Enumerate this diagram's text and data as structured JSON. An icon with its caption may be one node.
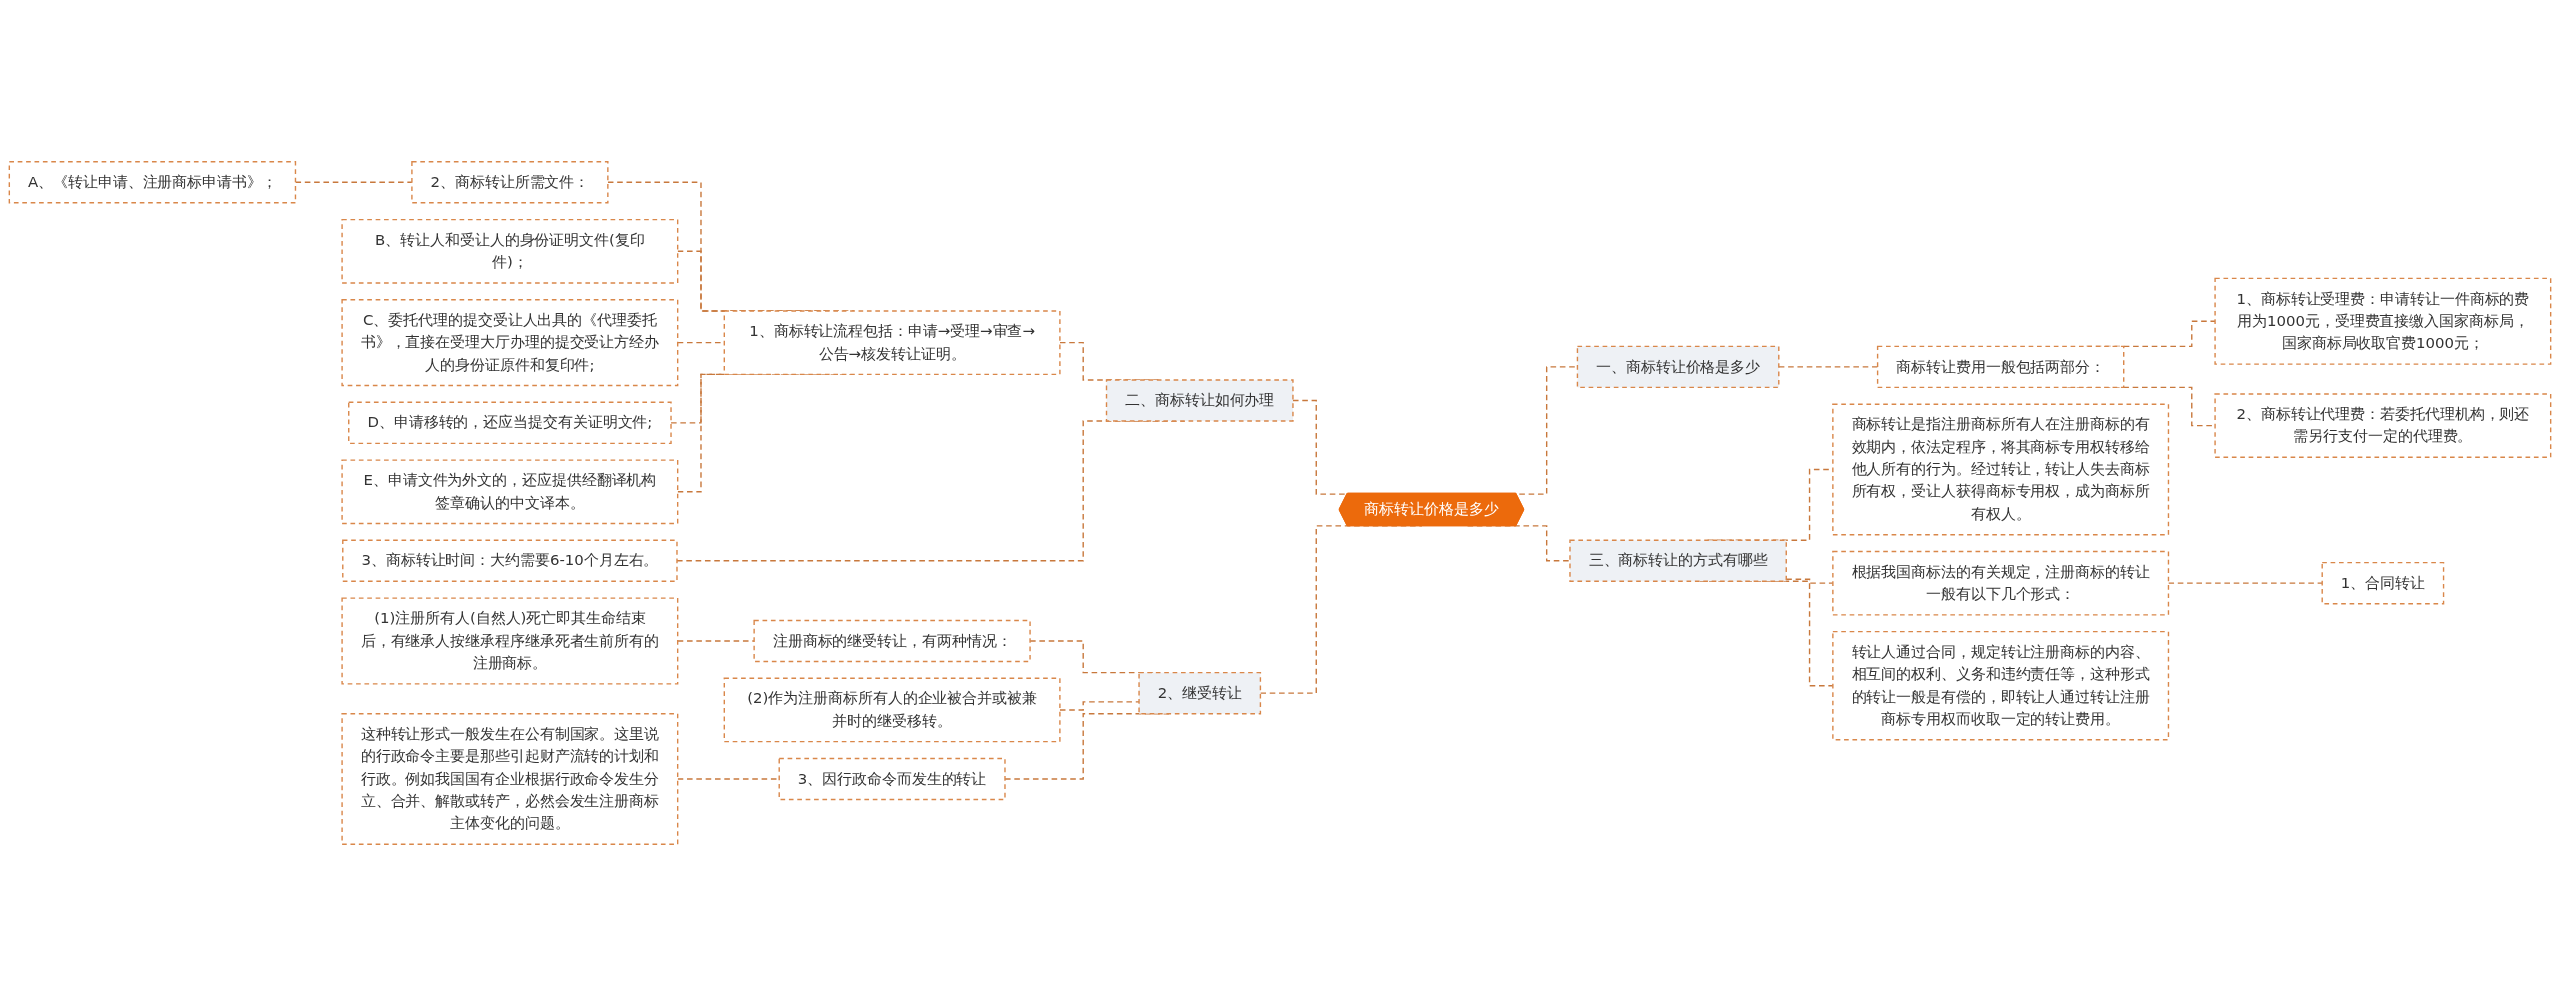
{
  "diagram": {
    "nodes": [
      {
        "text": [
          "商标转让价格是多少"
        ]
      },
      {
        "text": [
          "一、商标转让价格是多少"
        ]
      },
      {
        "text": [
          "商标转让费用一般包括两部分："
        ]
      },
      {
        "text": [
          "1、商标转让受理费：申请转让一件商标的费用为1000元，受理费直接缴入国家商标局，国家商标局收取官费1000元；"
        ]
      },
      {
        "text": [
          "2、商标转让代理费：若委托代理机构，则还需另行支付一定的代理费。"
        ]
      },
      {
        "text": [
          "三、商标转让的方式有哪些"
        ]
      },
      {
        "text": [
          "商标转让是指注册商标所有人在注册商标的有效期内，依法定程序，将其商标专用权转移给他人所有的行为。经过转让，转让人失去商标所有权，受让人获得商标专用权，成为商标所有权人。"
        ]
      },
      {
        "text": [
          "根据我国商标法的有关规定，注册商标的转让一般有以下几个形式："
        ]
      },
      {
        "text": [
          "1、合同转让"
        ]
      },
      {
        "text": [
          "转让人通过合同，规定转让注册商标的内容、相互间的权利、义务和违约责任等，这种形式的转让一般是有偿的，即转让人通过转让注册商标专用权而收取一定的转让费用。"
        ]
      },
      {
        "text": [
          "二、商标转让如何办理"
        ]
      },
      {
        "text": [
          "1、商标转让流程包括：申请→受理→审查→公告→核发转让证明。"
        ]
      },
      {
        "text": [
          "2、商标转让所需文件："
        ]
      },
      {
        "text": [
          "A、《转让申请、注册商标申请书》；"
        ]
      },
      {
        "text": [
          "B、转让人和受让人的身份证明文件(复印件)；"
        ]
      },
      {
        "text": [
          "C、委托代理的提交受让人出具的《代理委托书》，直接在受理大厅办理的提交受让方经办人的身份证原件和复印件;"
        ]
      },
      {
        "text": [
          "D、申请移转的，还应当提交有关证明文件;"
        ]
      },
      {
        "text": [
          "E、申请文件为外文的，还应提供经翻译机构签章确认的中文译本。"
        ]
      },
      {
        "text": [
          "3、商标转让时间：大约需要6-10个月左右。"
        ]
      },
      {
        "text": [
          "2、继受转让"
        ]
      },
      {
        "text": [
          "注册商标的继受转让，有两种情况："
        ]
      },
      {
        "text": [
          "(1)注册所有人(自然人)死亡即其生命结束后，有继承人按继承程序继承死者生前所有的注册商标。"
        ]
      },
      {
        "text": [
          "(2)作为注册商标所有人的企业被合并或被兼并时的继受移转。"
        ]
      },
      {
        "text": [
          "3、因行政命令而发生的转让"
        ]
      },
      {
        "text": [
          "这种转让形式一般发生在公有制国家。这里说的行政命令主要是那些引起财产流转的计划和行政。例如我国国有企业根据行政命令发生分立、合并、解散或转产，必然会发生注册商标主体变化的问题。"
        ]
      }
    ],
    "edges": [
      {
        "from": 0,
        "to": 1,
        "arrow": "none",
        "style": "dashed"
      },
      {
        "from": 1,
        "to": 2,
        "arrow": "none",
        "style": "dashed"
      },
      {
        "from": 2,
        "to": 3,
        "arrow": "none",
        "style": "dashed"
      },
      {
        "from": 2,
        "to": 4,
        "arrow": "none",
        "style": "dashed"
      },
      {
        "from": 0,
        "to": 5,
        "arrow": "none",
        "style": "dashed"
      },
      {
        "from": 5,
        "to": 6,
        "arrow": "none",
        "style": "dashed"
      },
      {
        "from": 5,
        "to": 7,
        "arrow": "none",
        "style": "dashed"
      },
      {
        "from": 7,
        "to": 8,
        "arrow": "none",
        "style": "dashed"
      },
      {
        "from": 5,
        "to": 9,
        "arrow": "none",
        "style": "dashed"
      },
      {
        "from": 0,
        "to": 10,
        "arrow": "none",
        "style": "dashed"
      },
      {
        "from": 10,
        "to": 11,
        "arrow": "none",
        "style": "dashed"
      },
      {
        "from": 11,
        "to": 12,
        "arrow": "none",
        "style": "dashed"
      },
      {
        "from": 12,
        "to": 13,
        "arrow": "none",
        "style": "dashed"
      },
      {
        "from": 11,
        "to": 14,
        "arrow": "none",
        "style": "dashed"
      },
      {
        "from": 11,
        "to": 15,
        "arrow": "none",
        "style": "dashed"
      },
      {
        "from": 11,
        "to": 16,
        "arrow": "none",
        "style": "dashed"
      },
      {
        "from": 11,
        "to": 17,
        "arrow": "none",
        "style": "dashed"
      },
      {
        "from": 10,
        "to": 18,
        "arrow": "none",
        "style": "dashed"
      },
      {
        "from": 0,
        "to": 19,
        "arrow": "none",
        "style": "dashed"
      },
      {
        "from": 19,
        "to": 20,
        "arrow": "none",
        "style": "dashed"
      },
      {
        "from": 20,
        "to": 21,
        "arrow": "none",
        "style": "dashed"
      },
      {
        "from": 19,
        "to": 22,
        "arrow": "none",
        "style": "dashed"
      },
      {
        "from": 19,
        "to": 23,
        "arrow": "none",
        "style": "dashed"
      },
      {
        "from": 23,
        "to": 24,
        "arrow": "none",
        "style": "dashed"
      }
    ]
  }
}
